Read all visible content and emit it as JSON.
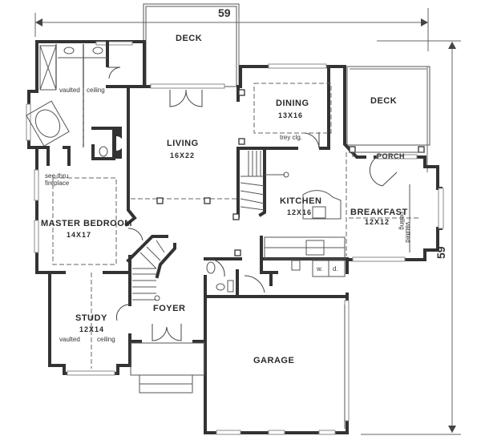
{
  "overall": {
    "width_dim": "59",
    "depth_dim": "59"
  },
  "rooms": {
    "deck_left": {
      "name": "DECK"
    },
    "deck_right": {
      "name": "DECK"
    },
    "dining": {
      "name": "DINING",
      "size": "13X16",
      "note": "trey clg."
    },
    "living": {
      "name": "LIVING",
      "size": "16X22"
    },
    "porch": {
      "name": "PORCH"
    },
    "kitchen": {
      "name": "KITCHEN",
      "size": "12X16"
    },
    "breakfast": {
      "name": "BREAKFAST",
      "size": "12X12",
      "note_a": "vaulted",
      "note_b": "ceiling"
    },
    "master_bedroom": {
      "name": "MASTER BEDROOM",
      "size": "14X17"
    },
    "fireplace": {
      "note_a": "see-thru",
      "note_b": "fireplace"
    },
    "master_bath": {
      "note_a": "vaulted",
      "note_b": "ceiling"
    },
    "study": {
      "name": "STUDY",
      "size": "12X14",
      "note_a": "vaulted",
      "note_b": "ceiling"
    },
    "foyer": {
      "name": "FOYER"
    },
    "garage": {
      "name": "GARAGE"
    },
    "laundry": {
      "washer": "w.",
      "dryer": "d."
    }
  }
}
